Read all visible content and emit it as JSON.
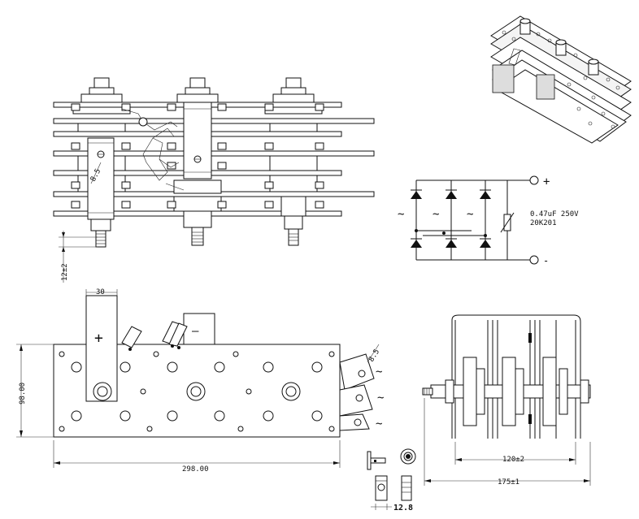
{
  "schematic": {
    "plus": "+",
    "minus": "-",
    "ac_symbol": "~",
    "capacitor_rating": "0.47uF 250V",
    "varistor_code": "20K201"
  },
  "plan_view": {
    "plus_symbol": "+",
    "minus_symbol": "—",
    "ac_symbol": "~",
    "dim_width": "298.00",
    "dim_height": "98.00",
    "dim_terminal_width": "30",
    "hole_dia_right": "8.5"
  },
  "front_view": {
    "dim_stud": "12±2",
    "hole_dia": "8.5"
  },
  "side_view": {
    "dim_inner": "120±2",
    "dim_overall": "175±1"
  },
  "hardware": {
    "dim_nut": "12.8"
  }
}
